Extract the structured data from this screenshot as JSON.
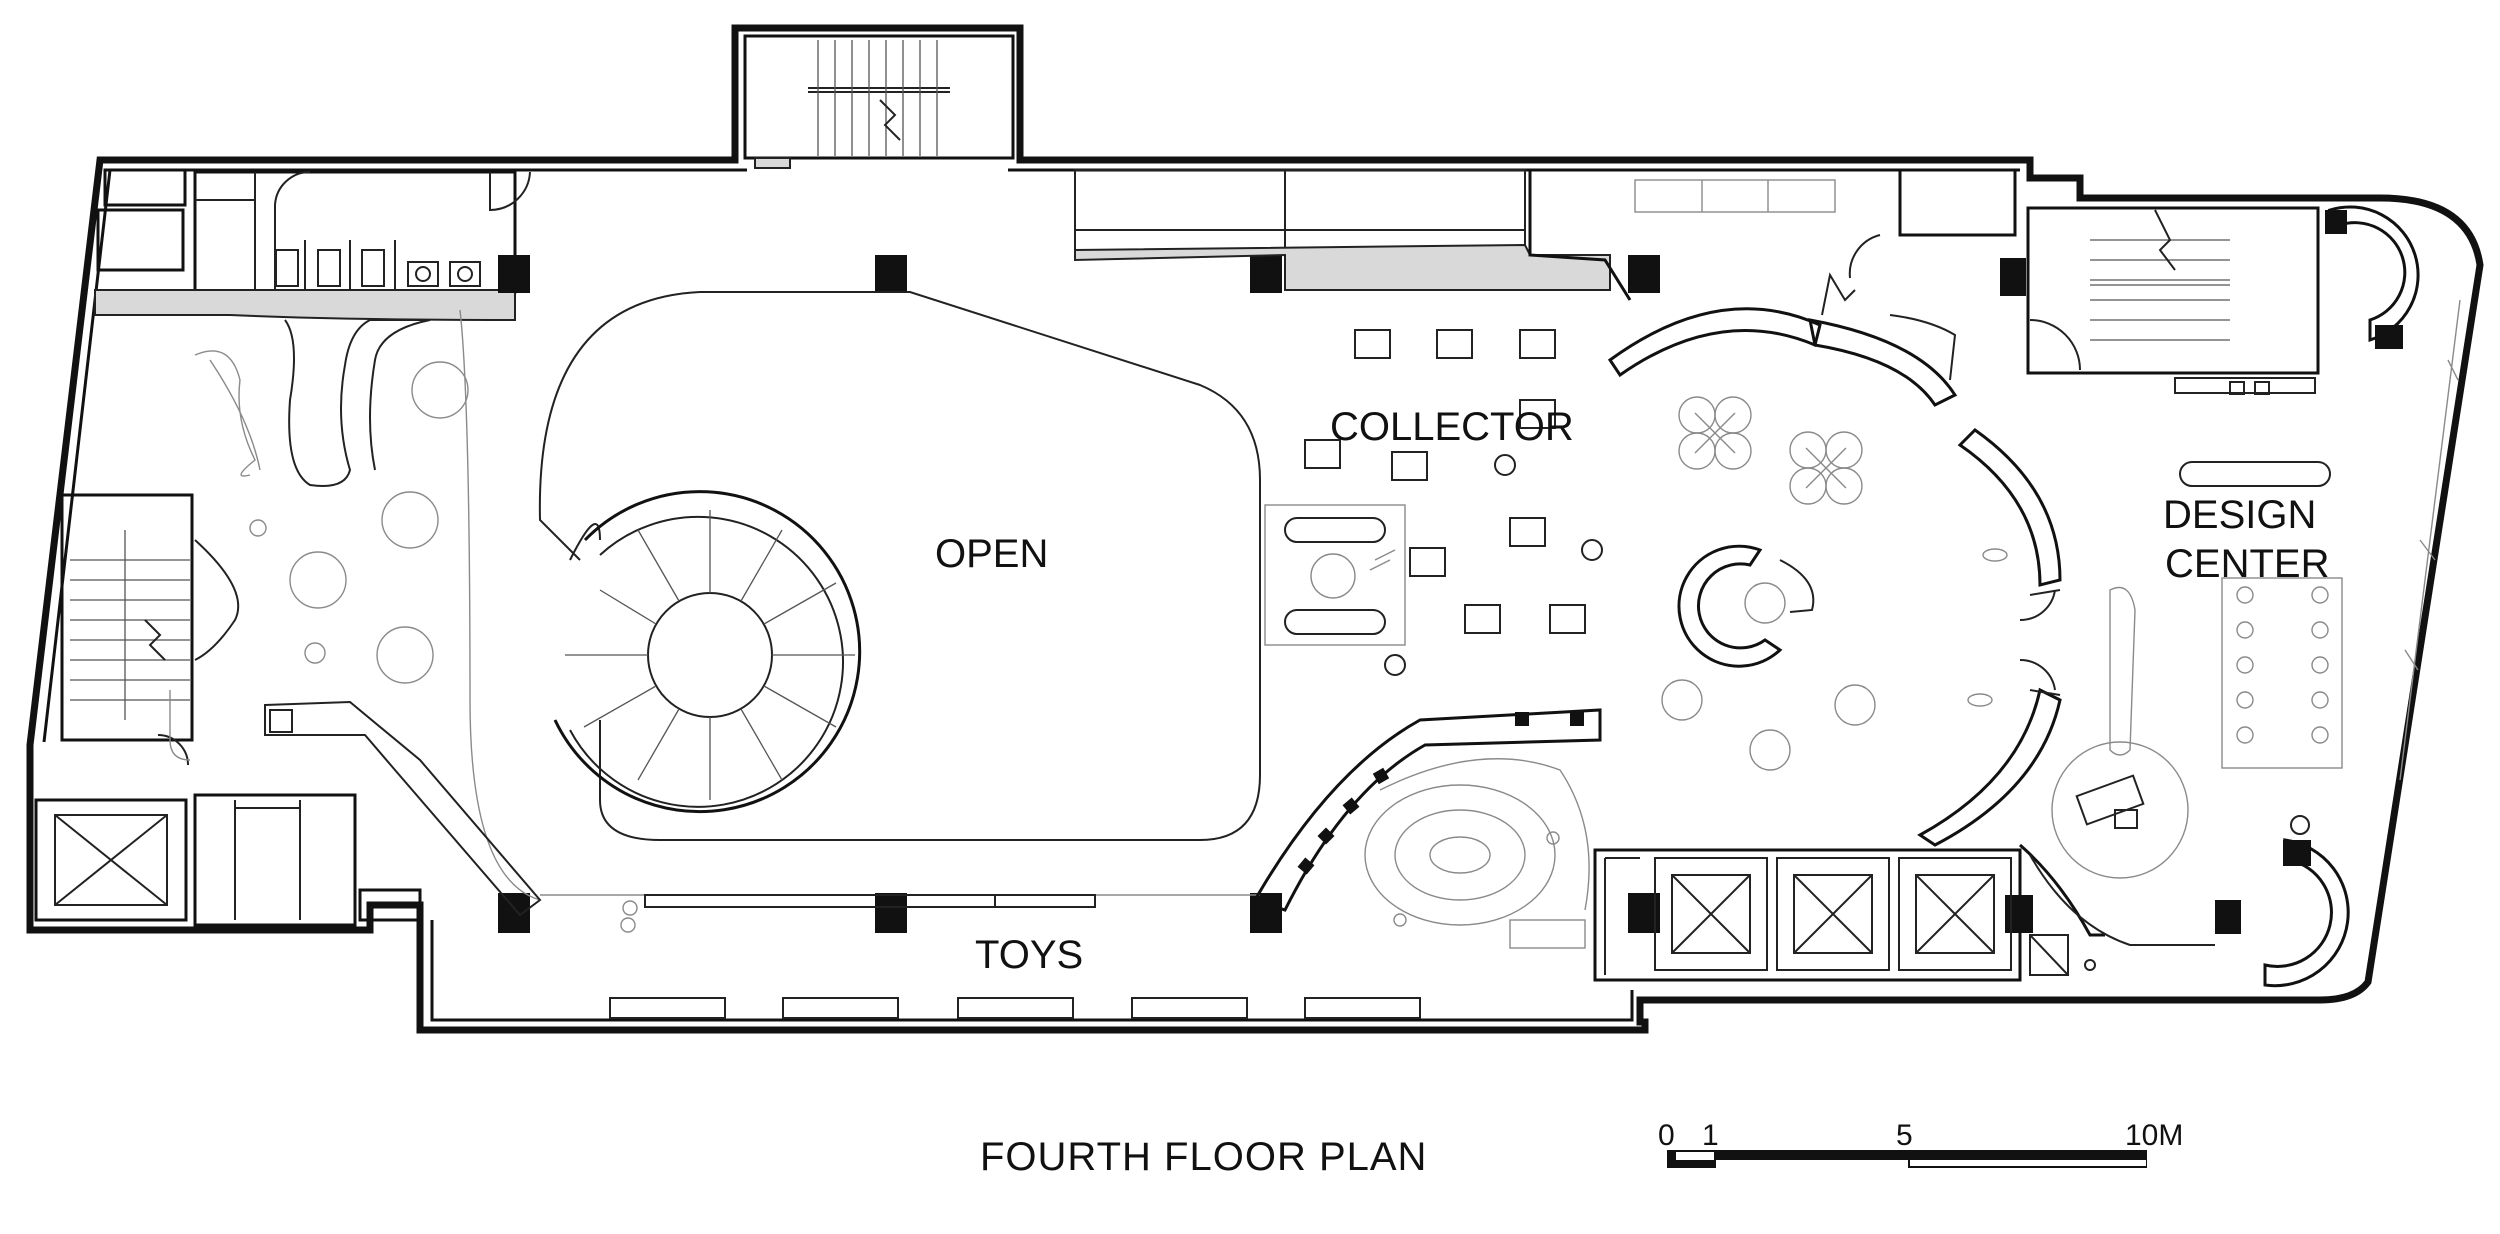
{
  "rooms": {
    "open": "OPEN",
    "collector": "COLLECTOR",
    "toys": "TOYS",
    "design_center_line1": "DESIGN",
    "design_center_line2": "CENTER"
  },
  "title": "FOURTH FLOOR PLAN",
  "scale_bar": {
    "ticks": [
      "0",
      "1",
      "5",
      "10M"
    ]
  },
  "colors": {
    "line": "#111111",
    "background": "#ffffff"
  }
}
